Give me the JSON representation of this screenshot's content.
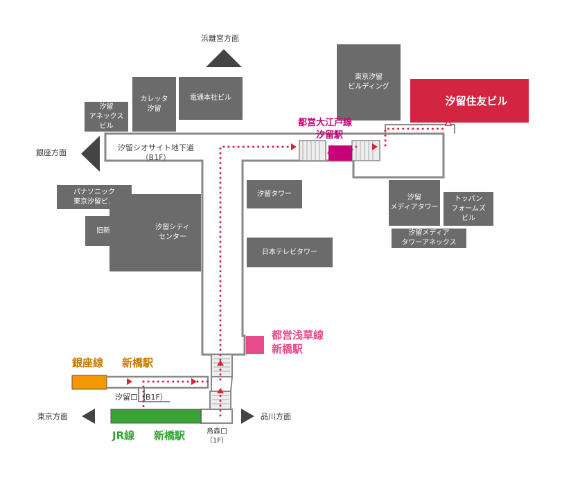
{
  "directions": {
    "north": "浜離宮方面",
    "west": "銀座方面",
    "southwest": "東京方面",
    "southeast": "品川方面"
  },
  "buildings": {
    "shiodome_annex": "汐留\nアネックス\nビル",
    "caretta": "カレッタ\n汐留",
    "dentsu": "電通本社ビル",
    "tokyo_shiodome": "東京汐留\nビルディング",
    "panasonic": "パナソニック\n東京汐留ビル",
    "kyu_shinbashi": "旧新橋停車場",
    "city_center": "汐留シティ\nセンター",
    "shiodome_tower": "汐留タワー",
    "ntv_tower": "日本テレビタワー",
    "media_tower": "汐留\nメディアタワー",
    "toppan": "トッパン\nフォームズ\nビル",
    "media_annex": "汐留メディア\nタワーアネックス"
  },
  "destination": "汐留住友ビル",
  "underground_passage": "汐留シオサイト地下道\n（B1F）",
  "stations": {
    "oedo_line": "都営大江戸線",
    "oedo_station": "汐留駅",
    "asakusa_line": "都営浅草線",
    "asakusa_station": "新橋駅",
    "ginza_line": "銀座線",
    "ginza_station": "新橋駅",
    "jr_line": "JR線",
    "jr_station": "新橋駅"
  },
  "exits": {
    "shiodome_exit": "汐留口（B1F）",
    "karasumori_exit": "烏森口\n（1F）"
  },
  "colors": {
    "building": "#6b6b6b",
    "route_dots": "#d6243f",
    "destination": "#d32541",
    "oedo": "#c8007a",
    "asakusa": "#e64b8c",
    "ginza": "#f39800",
    "jr": "#3aa335"
  }
}
